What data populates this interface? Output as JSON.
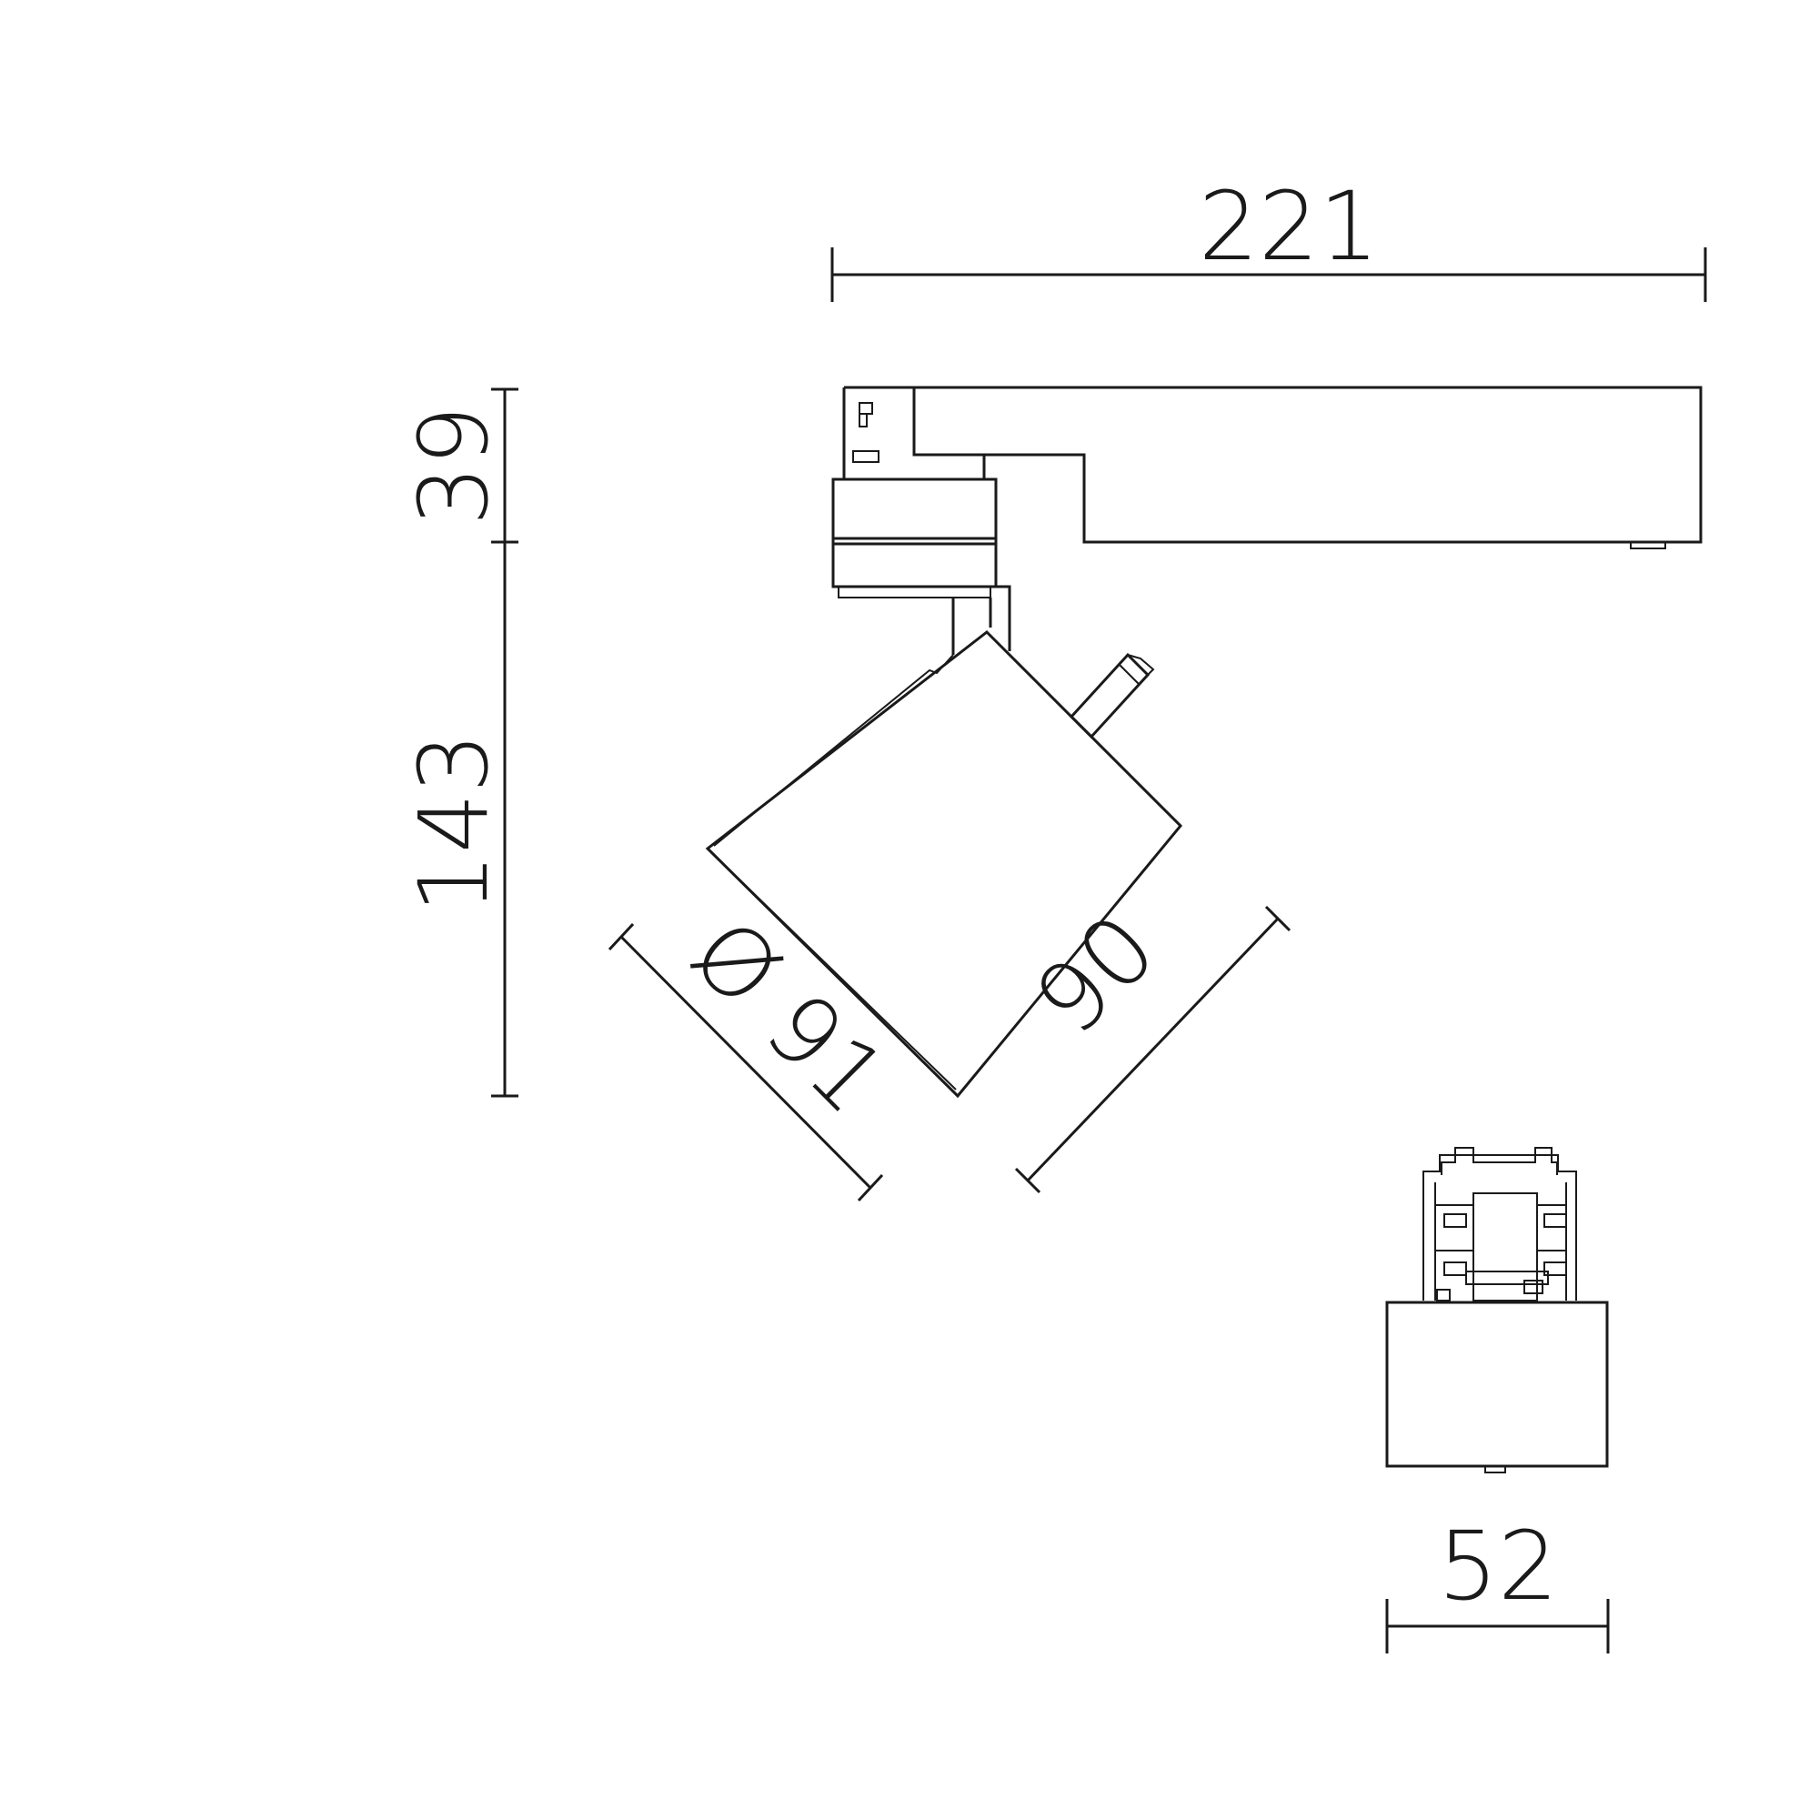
{
  "dimensions": {
    "width_total": "221",
    "height_adapter": "39",
    "height_body": "143",
    "diameter": "Ø 91",
    "head_length": "90",
    "end_width": "52"
  },
  "colors": {
    "line": "#1a1a1a",
    "background": "#ffffff"
  }
}
